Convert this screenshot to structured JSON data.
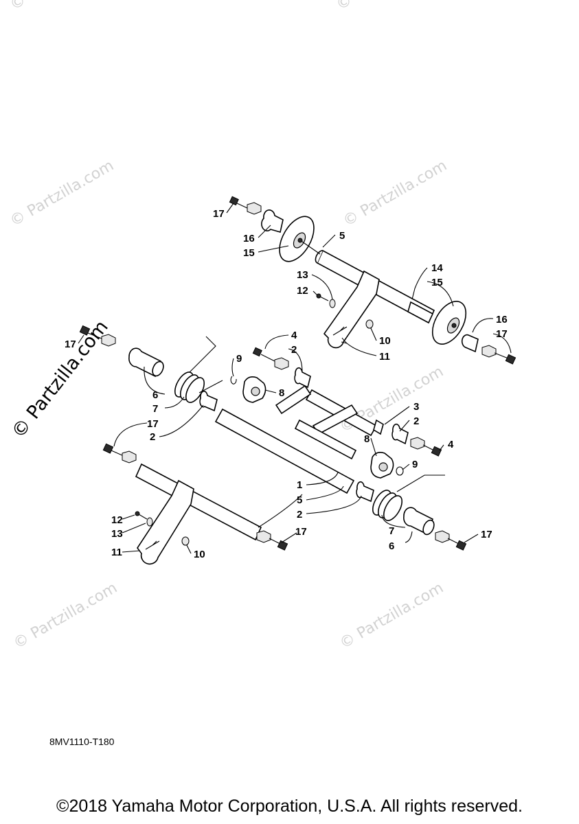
{
  "watermark_text": "© Partzilla.com",
  "side_watermark_text": "© Partzilla.com",
  "diagram_code": "8MV1110-T180",
  "copyright": "©2018 Yamaha Motor Corporation, U.S.A. All rights reserved.",
  "callouts": {
    "c1": "17",
    "c2": "16",
    "c3": "15",
    "c4": "5",
    "c5": "14",
    "c6": "15",
    "c7": "13",
    "c8": "12",
    "c9": "16",
    "c10": "17",
    "c11": "10",
    "c12": "11",
    "c13": "17",
    "c14": "4",
    "c15": "2",
    "c16": "9",
    "c17": "8",
    "c18": "6",
    "c19": "7",
    "c20": "3",
    "c21": "2",
    "c22": "17",
    "c23": "2",
    "c24": "8",
    "c25": "4",
    "c26": "9",
    "c27": "1",
    "c28": "5",
    "c29": "2",
    "c30": "12",
    "c31": "13",
    "c32": "11",
    "c33": "10",
    "c34": "17",
    "c35": "7",
    "c36": "6",
    "c37": "17"
  }
}
